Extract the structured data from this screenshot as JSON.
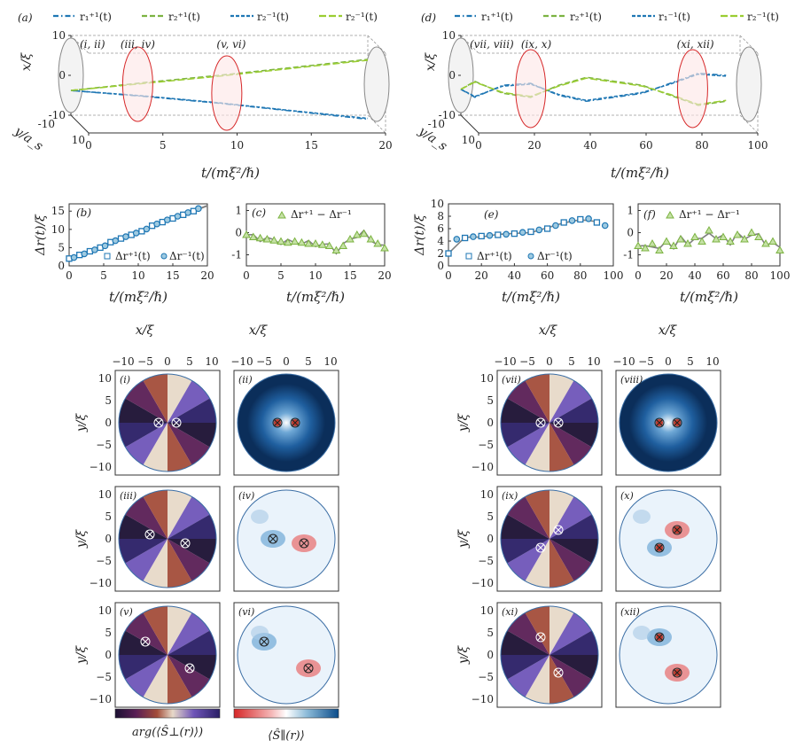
{
  "colors": {
    "r1p": "#1f77b4",
    "r2p": "#7cb342",
    "r2m_legend": "#1f77b4",
    "r2m_dash": "#9acd32",
    "gray_sim": "#808080",
    "red_ellipse": "#d62728",
    "light_gray": "#cccccc"
  },
  "legend_a": {
    "items": [
      "r₁⁺¹(t)",
      "r₂⁺¹(t)",
      "r₂⁻¹(t)",
      "r₂⁻¹(t)"
    ]
  },
  "legend_d": {
    "items": [
      "r₁⁺¹(t)",
      "r₂⁺¹(t)",
      "r₁⁻¹(t)",
      "r₂⁻¹(t)"
    ]
  },
  "panel_labels": {
    "a": "(a)",
    "b": "(b)",
    "c": "(c)",
    "d": "(d)",
    "e": "(e)",
    "f": "(f)",
    "i": "(i)",
    "ii": "(ii)",
    "iii": "(iii)",
    "iv": "(iv)",
    "v": "(v)",
    "vi": "(vi)",
    "vii": "(vii)",
    "viii": "(viii)",
    "ix": "(ix)",
    "x": "(x)",
    "xi": "(xi)",
    "xii": "(xii)",
    "i_ii": "(i, ii)",
    "iii_iv": "(iii, iv)",
    "v_vi": "(v, vi)",
    "vii_viii": "(vii, viii)",
    "ix_x": "(ix, x)",
    "xi_xii": "(xi, xii)"
  },
  "axes": {
    "x_over_xi": "x/ξ",
    "y_over_xi": "y/ξ",
    "y_over_as": "y/a_s",
    "t_label": "t/(mξ²/ℏ)",
    "dr_label": "Δr(t)/ξ",
    "cbar_phase": "arg(⟨Ŝ⊥(r)⟩)",
    "cbar_spin": "⟨Ŝ∥(r)⟩"
  },
  "legend_b": [
    "Δr⁺¹(t)",
    "Δr⁻¹(t)"
  ],
  "legend_c": "Δr⁺¹ − Δr⁻¹",
  "legend_e": [
    "Δr⁺¹(t)",
    "Δr⁻¹(t)"
  ],
  "legend_f": "Δr⁺¹ − Δr⁻¹",
  "chart_data": [
    {
      "type": "line",
      "panel": "a",
      "xlim": [
        0,
        20
      ],
      "ylim": [
        -10,
        10
      ],
      "zlim": [
        -10,
        10
      ],
      "xticks": [
        0,
        5,
        10,
        15,
        20
      ],
      "yticks": [
        -10,
        0,
        10
      ],
      "series": [
        {
          "name": "r₁⁺¹(t)",
          "x": [
            0,
            5,
            10,
            15,
            20
          ],
          "y": [
            -3.8,
            -5.3,
            -7.0,
            -9.0,
            -11.0
          ]
        },
        {
          "name": "r₂⁺¹(t)",
          "x": [
            0,
            5,
            10,
            15,
            20
          ],
          "y": [
            -3.8,
            -1.8,
            0.0,
            2.0,
            4.0
          ]
        },
        {
          "name": "r₂⁻¹(t)",
          "x": [
            0,
            5,
            10,
            15,
            20
          ],
          "y": [
            -3.8,
            -5.2,
            -6.9,
            -8.9,
            -10.8
          ]
        },
        {
          "name": "r₂⁻¹(t)",
          "x": [
            0,
            5,
            10,
            15,
            20
          ],
          "y": [
            -3.8,
            -2.0,
            -0.2,
            1.8,
            3.8
          ]
        }
      ]
    },
    {
      "type": "line",
      "panel": "d",
      "xlim": [
        0,
        100
      ],
      "ylim": [
        -10,
        10
      ],
      "xticks": [
        0,
        20,
        40,
        60,
        80,
        100
      ],
      "yticks": [
        -10,
        0,
        10
      ],
      "series": [
        {
          "name": "r₁⁺¹(t)",
          "x": [
            0,
            5,
            15,
            25,
            35,
            45,
            55,
            65,
            75,
            85,
            95
          ],
          "y": [
            -3.5,
            -5.5,
            -2.5,
            -2.0,
            -5.0,
            -6.5,
            -5.5,
            -4.5,
            -2.0,
            0.5,
            0.0
          ]
        },
        {
          "name": "r₂⁺¹(t)",
          "x": [
            0,
            5,
            15,
            25,
            35,
            45,
            55,
            65,
            75,
            85,
            95
          ],
          "y": [
            -3.5,
            -1.5,
            -4.5,
            -5.5,
            -2.5,
            -0.5,
            -1.5,
            -2.5,
            -5.0,
            -7.5,
            -6.5
          ]
        },
        {
          "name": "r₁⁻¹(t)",
          "x": [
            0,
            5,
            15,
            25,
            35,
            45,
            55,
            65,
            75,
            85,
            95
          ],
          "y": [
            -3.5,
            -5.3,
            -2.7,
            -2.2,
            -4.8,
            -6.3,
            -5.3,
            -4.3,
            -2.2,
            0.3,
            -0.2
          ]
        },
        {
          "name": "r₂⁻¹(t)",
          "x": [
            0,
            5,
            15,
            25,
            35,
            45,
            55,
            65,
            75,
            85,
            95
          ],
          "y": [
            -3.5,
            -1.7,
            -4.3,
            -5.3,
            -2.7,
            -0.7,
            -1.7,
            -2.7,
            -4.8,
            -7.3,
            -6.3
          ]
        }
      ]
    },
    {
      "type": "scatter",
      "panel": "b",
      "xlim": [
        0,
        20
      ],
      "ylim": [
        0,
        17
      ],
      "xticks": [
        0,
        5,
        10,
        15,
        20
      ],
      "yticks": [
        0,
        5,
        10,
        15
      ],
      "line": {
        "x": [
          0,
          20
        ],
        "y": [
          2,
          16.5
        ]
      },
      "series": [
        {
          "name": "Δr⁺¹(t)",
          "marker": "square",
          "x": [
            0,
            1.5,
            3,
            4.5,
            6,
            7.5,
            9,
            10.5,
            12,
            13.5,
            15,
            16.5,
            18
          ],
          "y": [
            2,
            3,
            4,
            5,
            6.5,
            7.5,
            8.5,
            9.5,
            11,
            12,
            13,
            14,
            15
          ]
        },
        {
          "name": "Δr⁻¹(t)",
          "marker": "circle",
          "x": [
            0.7,
            2.2,
            3.7,
            5.2,
            6.7,
            8.2,
            9.7,
            11.2,
            12.7,
            14.2,
            15.7,
            17.2,
            18.7
          ],
          "y": [
            2.3,
            3.3,
            4.4,
            5.5,
            6.9,
            8,
            9,
            10.1,
            11.5,
            12.6,
            13.6,
            14.6,
            15.7
          ]
        }
      ]
    },
    {
      "type": "line",
      "panel": "c",
      "xlim": [
        0,
        20
      ],
      "ylim": [
        -1.5,
        1.3
      ],
      "xticks": [
        0,
        5,
        10,
        15,
        20
      ],
      "yticks": [
        -1,
        0,
        1
      ],
      "series": [
        {
          "name": "Δr⁺¹ − Δr⁻¹",
          "x": [
            0,
            1,
            2,
            3,
            4,
            5,
            6,
            7,
            8,
            9,
            10,
            11,
            12,
            13,
            14,
            15,
            16,
            17,
            18,
            19,
            20
          ],
          "y": [
            -0.1,
            -0.2,
            -0.25,
            -0.3,
            -0.35,
            -0.4,
            -0.45,
            -0.4,
            -0.45,
            -0.5,
            -0.5,
            -0.55,
            -0.6,
            -0.8,
            -0.6,
            -0.3,
            -0.1,
            -0.05,
            -0.3,
            -0.5,
            -0.7
          ]
        }
      ]
    },
    {
      "type": "scatter",
      "panel": "e",
      "xlim": [
        0,
        100
      ],
      "ylim": [
        0,
        10
      ],
      "xticks": [
        0,
        20,
        40,
        60,
        80,
        100
      ],
      "yticks": [
        0,
        2,
        4,
        6,
        8,
        10
      ],
      "series": [
        {
          "name": "Δr⁺¹(t)",
          "marker": "square",
          "x": [
            0,
            10,
            20,
            30,
            40,
            50,
            60,
            70,
            80,
            90
          ],
          "y": [
            2,
            4.5,
            4.8,
            5,
            5.2,
            5.5,
            6,
            7,
            7.5,
            7
          ]
        },
        {
          "name": "Δr⁻¹(t)",
          "marker": "circle",
          "x": [
            5,
            15,
            25,
            35,
            45,
            55,
            65,
            75,
            85,
            95
          ],
          "y": [
            4.3,
            4.7,
            4.9,
            5.1,
            5.4,
            5.8,
            6.5,
            7.3,
            7.6,
            6.5
          ]
        }
      ]
    },
    {
      "type": "line",
      "panel": "f",
      "xlim": [
        0,
        100
      ],
      "ylim": [
        -1.5,
        1.3
      ],
      "xticks": [
        0,
        20,
        40,
        60,
        80,
        100
      ],
      "yticks": [
        -1,
        0,
        1
      ],
      "series": [
        {
          "name": "Δr⁺¹ − Δr⁻¹",
          "x": [
            0,
            5,
            10,
            15,
            20,
            25,
            30,
            35,
            40,
            45,
            50,
            55,
            60,
            65,
            70,
            75,
            80,
            85,
            90,
            95,
            100
          ],
          "y": [
            -0.6,
            -0.7,
            -0.5,
            -0.8,
            -0.4,
            -0.6,
            -0.3,
            -0.5,
            -0.2,
            -0.4,
            0.1,
            -0.3,
            -0.2,
            -0.4,
            -0.1,
            -0.3,
            0.0,
            -0.2,
            -0.5,
            -0.4,
            -0.8
          ]
        }
      ]
    },
    {
      "type": "heatmap",
      "panel": "maps",
      "xticks": [
        -10,
        -5,
        0,
        5,
        10
      ],
      "yticks": [
        -10,
        -5,
        0,
        5,
        10
      ],
      "panels": [
        {
          "id": "i",
          "kind": "phase",
          "cores": [
            [
              -2,
              0
            ],
            [
              2,
              0
            ]
          ]
        },
        {
          "id": "ii",
          "kind": "spin",
          "cores": [
            [
              -2,
              0
            ],
            [
              2,
              0
            ]
          ]
        },
        {
          "id": "iii",
          "kind": "phase",
          "cores": [
            [
              -4,
              1
            ],
            [
              4,
              -1
            ]
          ]
        },
        {
          "id": "iv",
          "kind": "spin",
          "cores": [
            [
              -3,
              0
            ],
            [
              4,
              -1
            ]
          ]
        },
        {
          "id": "v",
          "kind": "phase",
          "cores": [
            [
              -5,
              3
            ],
            [
              5,
              -3
            ]
          ]
        },
        {
          "id": "vi",
          "kind": "spin",
          "cores": [
            [
              -5,
              3
            ],
            [
              5,
              -3
            ]
          ]
        },
        {
          "id": "vii",
          "kind": "phase",
          "cores": [
            [
              -2,
              0
            ],
            [
              2,
              0
            ]
          ]
        },
        {
          "id": "viii",
          "kind": "spin",
          "cores": [
            [
              -2,
              0
            ],
            [
              2,
              0
            ]
          ]
        },
        {
          "id": "ix",
          "kind": "phase",
          "cores": [
            [
              -2,
              -2
            ],
            [
              2,
              2
            ]
          ]
        },
        {
          "id": "x",
          "kind": "spin",
          "cores": [
            [
              -2,
              -2
            ],
            [
              2,
              2
            ]
          ]
        },
        {
          "id": "xi",
          "kind": "phase",
          "cores": [
            [
              -2,
              4
            ],
            [
              2,
              -4
            ]
          ]
        },
        {
          "id": "xii",
          "kind": "spin",
          "cores": [
            [
              -2,
              4
            ],
            [
              2,
              -4
            ]
          ]
        }
      ]
    }
  ]
}
